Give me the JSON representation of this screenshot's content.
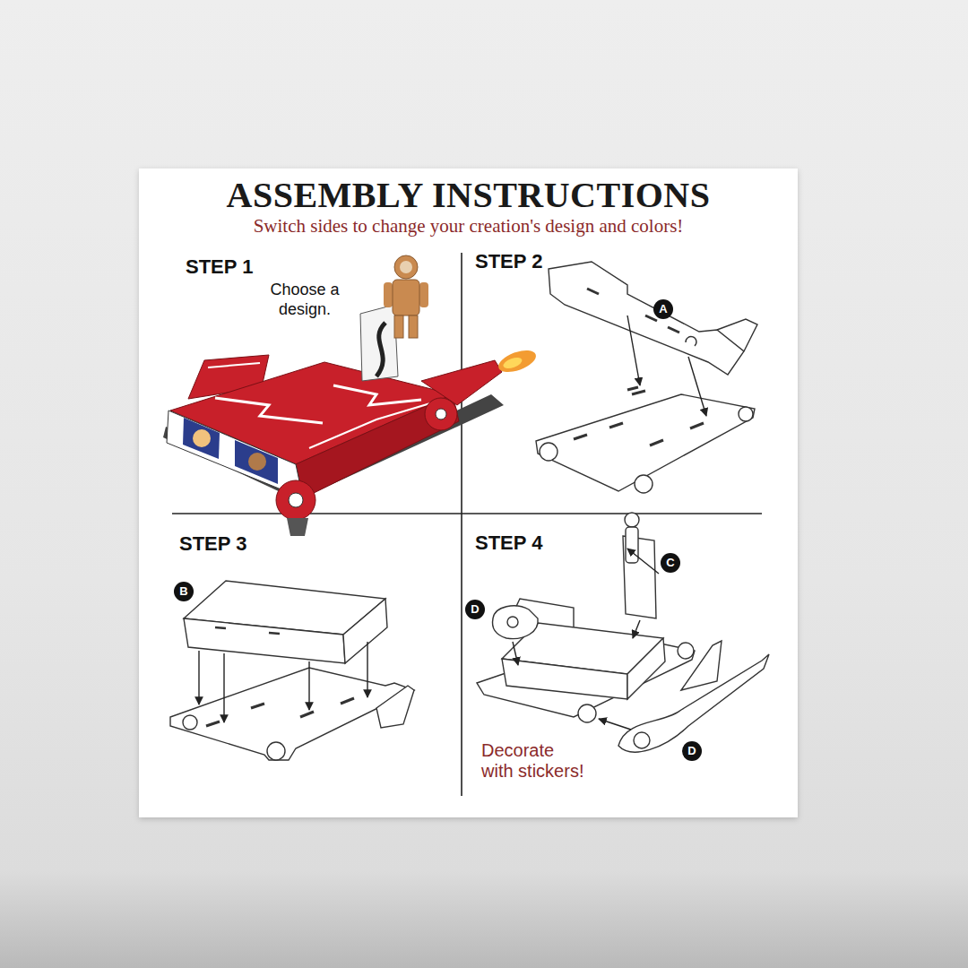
{
  "diagram": {
    "title": "ASSEMBLY INSTRUCTIONS",
    "nodes": [
      {
        "text": [
          "STEP 1",
          "Choose a design."
        ]
      },
      {
        "text": [
          "STEP 2"
        ]
      },
      {
        "text": [
          "STEP 3"
        ]
      },
      {
        "text": [
          "STEP 4",
          "Decorate with stickers!"
        ]
      }
    ],
    "labels": [
      "Switch sides to change your creation's design and colors!",
      "A",
      "B",
      "C",
      "D",
      "D"
    ]
  }
}
